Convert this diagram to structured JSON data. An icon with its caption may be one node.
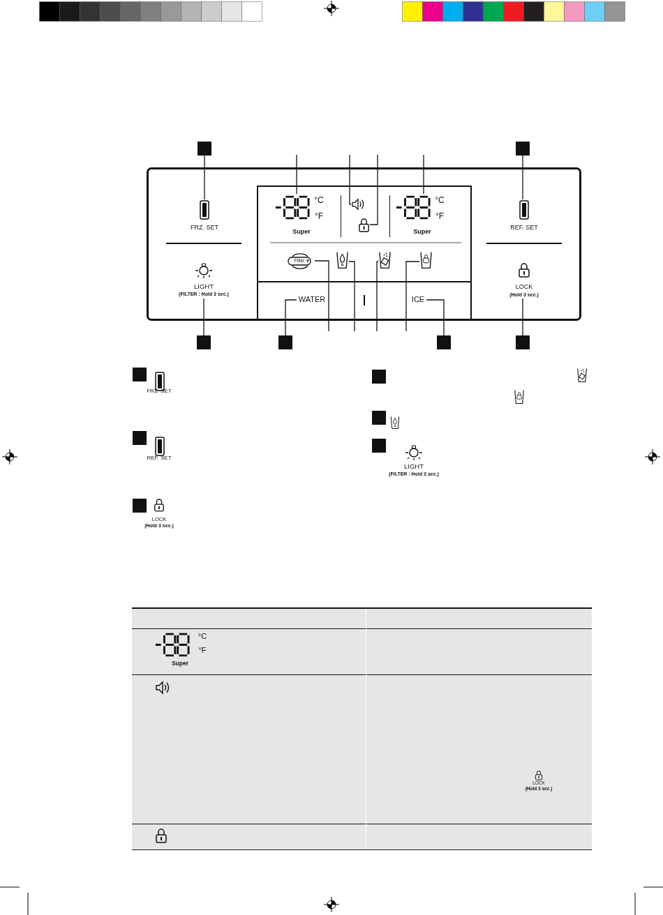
{
  "diagram": {
    "nodes": [
      {
        "text": [],
        "shape": "box"
      },
      {
        "text": [],
        "shape": "box"
      },
      {
        "text": [
          "FRZ. SET"
        ]
      },
      {
        "text": [
          "REF. SET"
        ]
      },
      {
        "text": [
          "°C",
          "°F",
          "Super"
        ]
      },
      {
        "text": [],
        "shape": "speaker"
      },
      {
        "text": [],
        "shape": "lock"
      },
      {
        "text": [
          "°C",
          "°F",
          "Super"
        ]
      },
      {
        "text": [
          "Filter"
        ]
      },
      {
        "text": [],
        "shape": "cup"
      },
      {
        "text": [],
        "shape": "cup"
      },
      {
        "text": [],
        "shape": "cup"
      },
      {
        "text": [
          "LIGHT",
          "(FILTER : Hold 3 sec.)"
        ]
      },
      {
        "text": [
          "WATER"
        ]
      },
      {
        "text": [
          "ICE"
        ]
      },
      {
        "text": [
          "LOCK",
          "(Hold 3 sec.)"
        ]
      },
      {
        "text": [],
        "shape": "box"
      },
      {
        "text": [],
        "shape": "box"
      },
      {
        "text": [],
        "shape": "box"
      },
      {
        "text": [],
        "shape": "box"
      },
      {
        "text": [],
        "shape": "box"
      },
      {
        "text": [],
        "shape": "box"
      },
      {
        "text": [],
        "shape": "box"
      },
      {
        "text": [],
        "shape": "box"
      },
      {
        "text": [],
        "shape": "box"
      },
      {
        "text": [],
        "shape": "box"
      }
    ],
    "edges": [
      {
        "from": 0,
        "to": 2,
        "arrow": "none"
      },
      {
        "from": 1,
        "to": 3,
        "arrow": "none"
      },
      {
        "from": null,
        "to": 4,
        "arrow": "none"
      },
      {
        "from": null,
        "to": 5,
        "arrow": "none"
      },
      {
        "from": null,
        "to": 6,
        "arrow": "none"
      },
      {
        "from": null,
        "to": 7,
        "arrow": "none"
      },
      {
        "from": null,
        "to": 8,
        "arrow": "none"
      },
      {
        "from": null,
        "to": 9,
        "arrow": "none"
      },
      {
        "from": null,
        "to": 10,
        "arrow": "none"
      },
      {
        "from": null,
        "to": 11,
        "arrow": "none"
      },
      {
        "from": 16,
        "to": 12,
        "arrow": "none"
      },
      {
        "from": 17,
        "to": 13,
        "arrow": "none"
      },
      {
        "from": 18,
        "to": 14,
        "arrow": "none"
      },
      {
        "from": 19,
        "to": 15,
        "arrow": "none"
      }
    ],
    "labels": [
      "FRZ. SET",
      "REF. SET",
      "LIGHT",
      "(FILTER : Hold 3 sec.)",
      "LOCK",
      "(Hold 3 sec.)",
      "°C",
      "°F",
      "Super",
      "LOCK",
      "(Hold 3 sec.)"
    ]
  }
}
